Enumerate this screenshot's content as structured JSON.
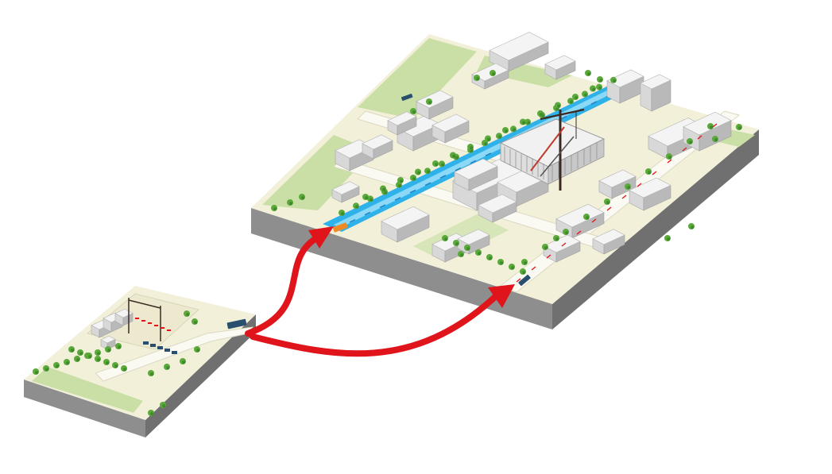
{
  "colors": {
    "ground": "#f3f0da",
    "ground_alt": "#efecd2",
    "grass": "#c9dfa6",
    "grass_dark": "#b5d48f",
    "tree": "#5aa93a",
    "tree_dark": "#3f8a2a",
    "slab_front": "#8d8d8d",
    "slab_side": "#6e6e6e",
    "road": "#f7f5e8",
    "water": "#2fb2ea",
    "water_light": "#8bd8f7",
    "building_top": "#f4f4f4",
    "building_left": "#d8d8d8",
    "building_right": "#b9b9b9",
    "arrow": "#e0141b",
    "crane": "#3a2a22",
    "truck": "#2a4f6e",
    "accent_orange": "#f08a24"
  },
  "scene": {
    "city_block": "construction-site-city-block",
    "depot_block": "prefabrication-depot-block",
    "arrows": [
      "transport-route-to-canal-site",
      "transport-route-to-street-site"
    ]
  }
}
